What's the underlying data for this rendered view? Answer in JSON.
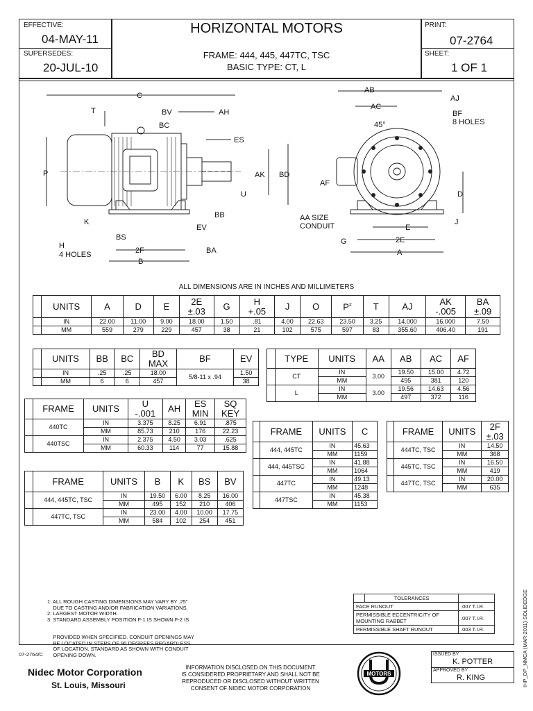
{
  "header": {
    "effective_label": "EFFECTIVE:",
    "effective_value": "04-MAY-11",
    "supersedes_label": "SUPERSEDES:",
    "supersedes_value": "20-JUL-10",
    "title": "HORIZONTAL MOTORS",
    "frame_line": "FRAME: 444, 445, 447TC, TSC",
    "type_line": "BASIC TYPE: CT, L",
    "print_label": "PRINT:",
    "print_value": "07-2764",
    "sheet_label": "SHEET:",
    "sheet_value": "1 OF 1"
  },
  "drawing_labels": {
    "C": "C",
    "T": "T",
    "BV": "BV",
    "AH": "AH",
    "BC": "BC",
    "ES": "ES",
    "P": "P",
    "AK": "AK",
    "BD": "BD",
    "U": "U",
    "BB": "BB",
    "K": "K",
    "EV": "EV",
    "BS": "BS",
    "H": "H",
    "H_holes": "4 HOLES",
    "F2": "2F",
    "BA": "BA",
    "B": "B",
    "AB": "AB",
    "AC": "AC",
    "AJ": "AJ",
    "BF": "BF",
    "BF_holes": "8 HOLES",
    "deg": "45°",
    "AF": "AF",
    "D": "D",
    "AA1": "AA SIZE",
    "AA2": "CONDUIT",
    "G": "G",
    "E": "E",
    "J": "J",
    "E2": "2E",
    "A": "A"
  },
  "units_note": "ALL DIMENSIONS ARE IN INCHES AND MILLIMETERS",
  "table_main": {
    "headers": [
      "UNITS",
      "A",
      "D",
      "E",
      "2E",
      "G",
      "H",
      "J",
      "O",
      "P",
      "T",
      "AJ",
      "AK",
      "BA"
    ],
    "header_sub": {
      "2E": "±.03",
      "H": "+.05",
      "AK": "-.005",
      "BA": "±.09",
      "P_sup": "2"
    },
    "rows": [
      [
        "IN",
        "22.00",
        "11.00",
        "9.00",
        "18.00",
        "1.50",
        ".81",
        "4.00",
        "22.63",
        "23.50",
        "3.25",
        "14.000",
        "16.000",
        "7.50"
      ],
      [
        "MM",
        "559",
        "279",
        "229",
        "457",
        "38",
        "21",
        "102",
        "575",
        "597",
        "83",
        "355.60",
        "406.40",
        "191"
      ]
    ]
  },
  "table_bb": {
    "headers": [
      "UNITS",
      "BB",
      "BC",
      "BD",
      "BF",
      "EV"
    ],
    "bd_sub": "MAX",
    "rows": [
      [
        "IN",
        ".25",
        ".25",
        "18.00",
        "1.50"
      ],
      [
        "MM",
        "6",
        "6",
        "457",
        "38"
      ]
    ],
    "bf_value": "5/8-11 x .94"
  },
  "table_type": {
    "headers": [
      "TYPE",
      "UNITS",
      "AA",
      "AB",
      "AC",
      "AF"
    ],
    "rows": [
      {
        "type": "CT",
        "aa": "3.00",
        "in": [
          "19.50",
          "15.00",
          "4.72"
        ],
        "mm": [
          "495",
          "381",
          "120"
        ]
      },
      {
        "type": "L",
        "aa": "3.00",
        "in": [
          "19.56",
          "14.63",
          "4.56"
        ],
        "mm": [
          "497",
          "372",
          "116"
        ]
      }
    ],
    "in": "IN",
    "mm": "MM"
  },
  "table_u": {
    "headers": [
      "FRAME",
      "UNITS",
      "U",
      "AH",
      "ES",
      "SQ"
    ],
    "sub": {
      "U": "-.001",
      "ES": "MIN",
      "SQ": "KEY"
    },
    "rows": [
      {
        "frame": "440TC",
        "in": [
          "3.375",
          "8.25",
          "6.91",
          ".875"
        ],
        "mm": [
          "85.73",
          "210",
          "176",
          "22.23"
        ]
      },
      {
        "frame": "440TSC",
        "in": [
          "2.375",
          "4.50",
          "3.03",
          ".625"
        ],
        "mm": [
          "60.33",
          "114",
          "77",
          "15.88"
        ]
      }
    ]
  },
  "table_c": {
    "headers": [
      "FRAME",
      "UNITS",
      "C"
    ],
    "rows": [
      {
        "frame": "444, 445TC",
        "in": "45.63",
        "mm": "1159"
      },
      {
        "frame": "444, 445TSC",
        "in": "41.88",
        "mm": "1064"
      },
      {
        "frame": "447TC",
        "in": "49.13",
        "mm": "1248"
      },
      {
        "frame": "447TSC",
        "in": "45.38",
        "mm": "1153"
      }
    ]
  },
  "table_2f": {
    "headers": [
      "FRAME",
      "UNITS",
      "2F"
    ],
    "sub": "±.03",
    "rows": [
      {
        "frame": "444TC, TSC",
        "in": "14.50",
        "mm": "368"
      },
      {
        "frame": "445TC, TSC",
        "in": "16.50",
        "mm": "419"
      },
      {
        "frame": "447TC, TSC",
        "in": "20.00",
        "mm": "635"
      }
    ]
  },
  "table_bk": {
    "headers": [
      "FRAME",
      "UNITS",
      "B",
      "K",
      "BS",
      "BV"
    ],
    "rows": [
      {
        "frame": "444, 445TC, TSC",
        "in": [
          "19.50",
          "6.00",
          "8.25",
          "16.00"
        ],
        "mm": [
          "495",
          "152",
          "210",
          "406"
        ]
      },
      {
        "frame": "447TC, TSC",
        "in": [
          "23.00",
          "4.00",
          "10.00",
          "17.75"
        ],
        "mm": [
          "584",
          "102",
          "254",
          "451"
        ]
      }
    ]
  },
  "notes": [
    "1: ALL ROUGH CASTING DIMENSIONS MAY VARY BY .25\"",
    "    DUE TO CASTING AND/OR FABRICATION VARIATIONS.",
    "2: LARGEST MOTOR WIDTH.",
    "3: STANDARD ASSEMBLY POSITION F-1 IS SHOWN F-2 IS",
    "    PROVIDED WHEN SPECIFIED. CONDUIT OPENINGS MAY",
    "    BE LOCATED IN STEPS OF 90 DEGREES REGARDLESS",
    "    OF LOCATION. STANDARD AS SHOWN WITH CONDUIT",
    "    OPENING DOWN."
  ],
  "tolerances": {
    "title": "TOLERANCES",
    "rows": [
      [
        "FACE RUNOUT",
        ".007 T.I.R."
      ],
      [
        "PERMISSIBLE ECCENTRICITY OF MOUNTING RABBET",
        ".007 T.I.R."
      ],
      [
        "PERMISSIBLE SHAFT RUNOUT",
        ".003 T.I.R."
      ]
    ]
  },
  "footer": {
    "doc_ref": "07-2764/C",
    "company": "Nidec Motor Corporation",
    "city": "St. Louis, Missouri",
    "disclaimer": [
      "INFORMATION DISCLOSED ON THIS DOCUMENT",
      "IS CONSIDERED PROPRIETARY AND SHALL NOT BE",
      "REPRODUCED OR DISCLOSED WITHOUT WRITTEN",
      "CONSENT OF NIDEC MOTOR CORPORATION"
    ],
    "logo_text": "MOTORS",
    "issued_label": "ISSUED BY",
    "issued_by": "K. POTTER",
    "approved_label": "APPROVED BY",
    "approved_by": "R. KING",
    "side_code": "IHP_DP_NMCA (MAR-2011) SOLIDEDGE"
  }
}
